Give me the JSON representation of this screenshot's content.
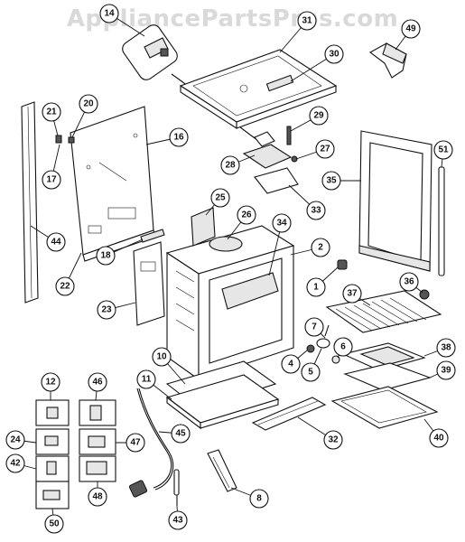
{
  "watermark": "AppliancePartsPros.com",
  "callouts": [
    "1",
    "2",
    "4",
    "5",
    "6",
    "7",
    "8",
    "10",
    "11",
    "12",
    "14",
    "16",
    "17",
    "18",
    "20",
    "21",
    "22",
    "23",
    "24",
    "25",
    "26",
    "27",
    "28",
    "29",
    "30",
    "31",
    "32",
    "33",
    "34",
    "35",
    "36",
    "37",
    "38",
    "39",
    "40",
    "42",
    "43",
    "44",
    "45",
    "46",
    "47",
    "48",
    "49",
    "50",
    "51"
  ]
}
